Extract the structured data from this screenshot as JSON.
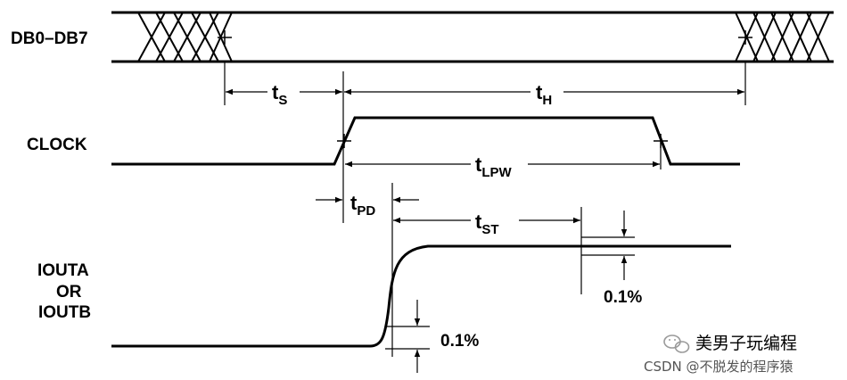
{
  "signals": {
    "db": "DB0–DB7",
    "clock": "CLOCK",
    "iout_line1": "IOUTA",
    "iout_line2": "OR",
    "iout_line3": "IOUTB"
  },
  "timing": {
    "ts_main": "t",
    "ts_sub": "S",
    "th_main": "t",
    "th_sub": "H",
    "tlpw_main": "t",
    "tlpw_sub": "LPW",
    "tpd_main": "t",
    "tpd_sub": "PD",
    "tst_main": "t",
    "tst_sub": "ST"
  },
  "tolerances": {
    "upper": "0.1%",
    "lower": "0.1%"
  },
  "watermark": {
    "line1": "美男子玩编程",
    "line2": "CSDN @不脱发的程序猿"
  },
  "colors": {
    "line": "#000000",
    "background": "#ffffff"
  }
}
